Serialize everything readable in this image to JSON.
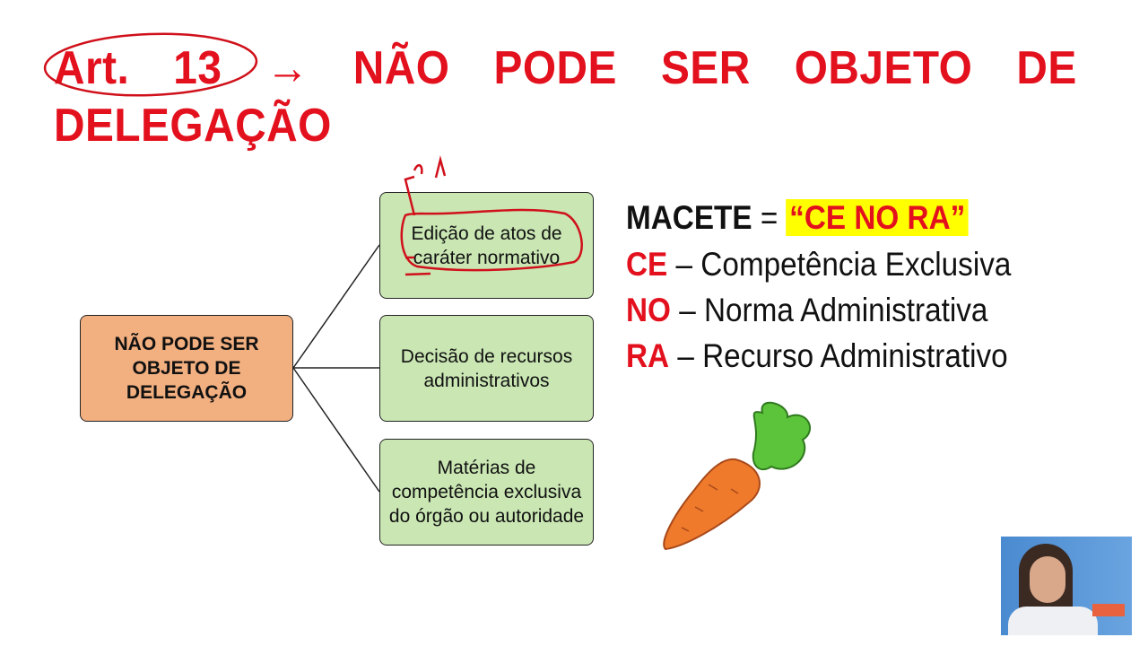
{
  "title": {
    "line1_words": [
      "Art.",
      "13",
      "→",
      "NÃO",
      "PODE",
      "SER",
      "OBJETO",
      "DE"
    ],
    "line2": "DELEGAÇÃO"
  },
  "diagram": {
    "root": "NÃO PODE SER OBJETO DE DELEGAÇÃO",
    "children": [
      "Edição de atos de caráter normativo",
      "Decisão de recursos administrativos",
      "Matérias de competência exclusiva do órgão ou autoridade"
    ]
  },
  "macete": {
    "label": "MACETE",
    "equals": " = ",
    "phrase": "“CE NO RA”",
    "items": [
      {
        "abbr": "CE",
        "text": " – Competência Exclusiva"
      },
      {
        "abbr": "NO",
        "text": " – Norma Administrativa"
      },
      {
        "abbr": "RA",
        "text": " – Recurso Administrativo"
      }
    ]
  },
  "colors": {
    "title": "#e3101d",
    "highlight": "#ffff00",
    "root_box": "#f2af80",
    "child_box": "#c9e6b3",
    "ink": "#d0101a"
  }
}
